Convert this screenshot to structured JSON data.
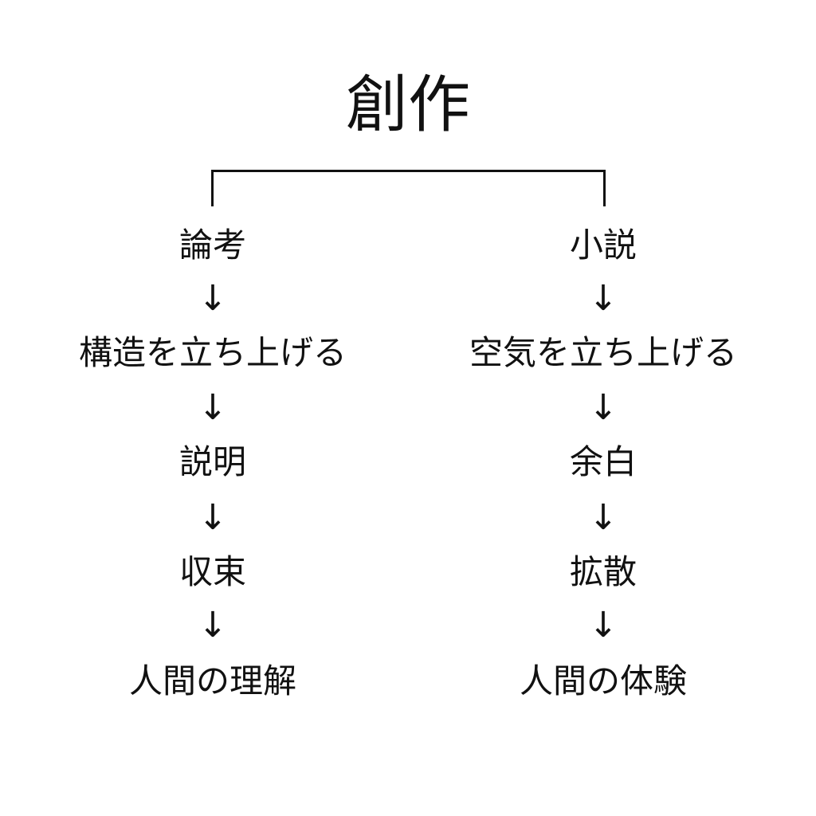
{
  "title": "創作",
  "arrow_glyph": "↓",
  "left": {
    "nodes": [
      "論考",
      "構造を立ち上げる",
      "説明",
      "収束",
      "人間の理解"
    ]
  },
  "right": {
    "nodes": [
      "小説",
      "空気を立ち上げる",
      "余白",
      "拡散",
      "人間の体験"
    ]
  }
}
